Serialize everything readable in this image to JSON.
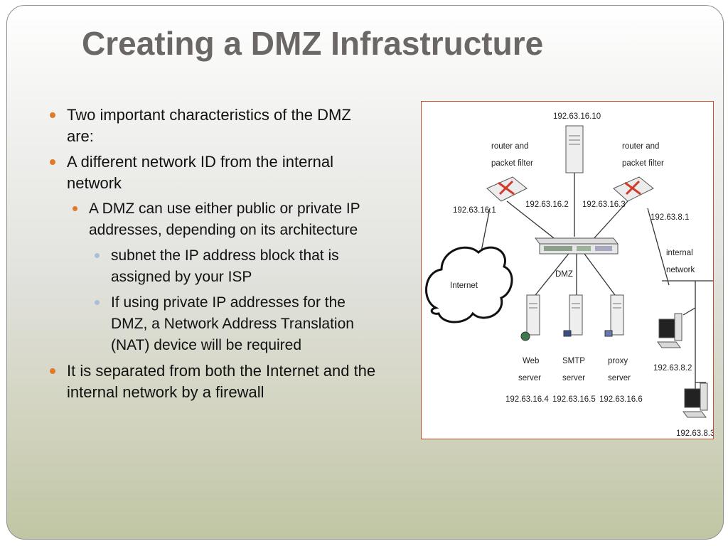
{
  "slide": {
    "title": "Creating a DMZ Infrastructure"
  },
  "bullets": [
    {
      "level": 1,
      "text": "Two important characteristics of the DMZ are:"
    },
    {
      "level": 1,
      "text": "A different network ID from the internal network"
    },
    {
      "level": 2,
      "text": "A DMZ can use either public or private IP addresses, depending on its architecture"
    },
    {
      "level": 3,
      "text": "subnet the IP address block that is assigned by your ISP"
    },
    {
      "level": 3,
      "text": "If using private IP addresses for the DMZ, a Network Address Translation (NAT) device will be required"
    },
    {
      "level": 1,
      "text": "It is separated from both the Internet and the internal network by a firewall"
    }
  ],
  "diagram": {
    "top_server_ip": "192.63.16.10",
    "router_left": {
      "label_line1": "router and",
      "label_line2": "packet filter",
      "ip_outer": "192.63.16.1",
      "ip_inner": "192.63.16.2"
    },
    "router_right": {
      "label_line1": "router and",
      "label_line2": "packet filter",
      "ip_inner": "192.63.16.3",
      "ip_outer": "192.63.8.1"
    },
    "cloud_label": "Internet",
    "switch_label": "DMZ",
    "internal_label_line1": "internal",
    "internal_label_line2": "network",
    "servers": [
      {
        "line1": "Web",
        "line2": "server",
        "ip": "192.63.16.4"
      },
      {
        "line1": "SMTP",
        "line2": "server",
        "ip": "192.63.16.5"
      },
      {
        "line1": "proxy",
        "line2": "server",
        "ip": "192.63.16.6"
      }
    ],
    "workstations": [
      {
        "ip": "192.63.8.2"
      },
      {
        "ip": "192.63.8.3"
      }
    ],
    "colors": {
      "frame": "#c9502e",
      "router_x": "#d23a2a",
      "bullet": "#e07a2a",
      "sub_bullet": "#a9bfd6"
    }
  }
}
